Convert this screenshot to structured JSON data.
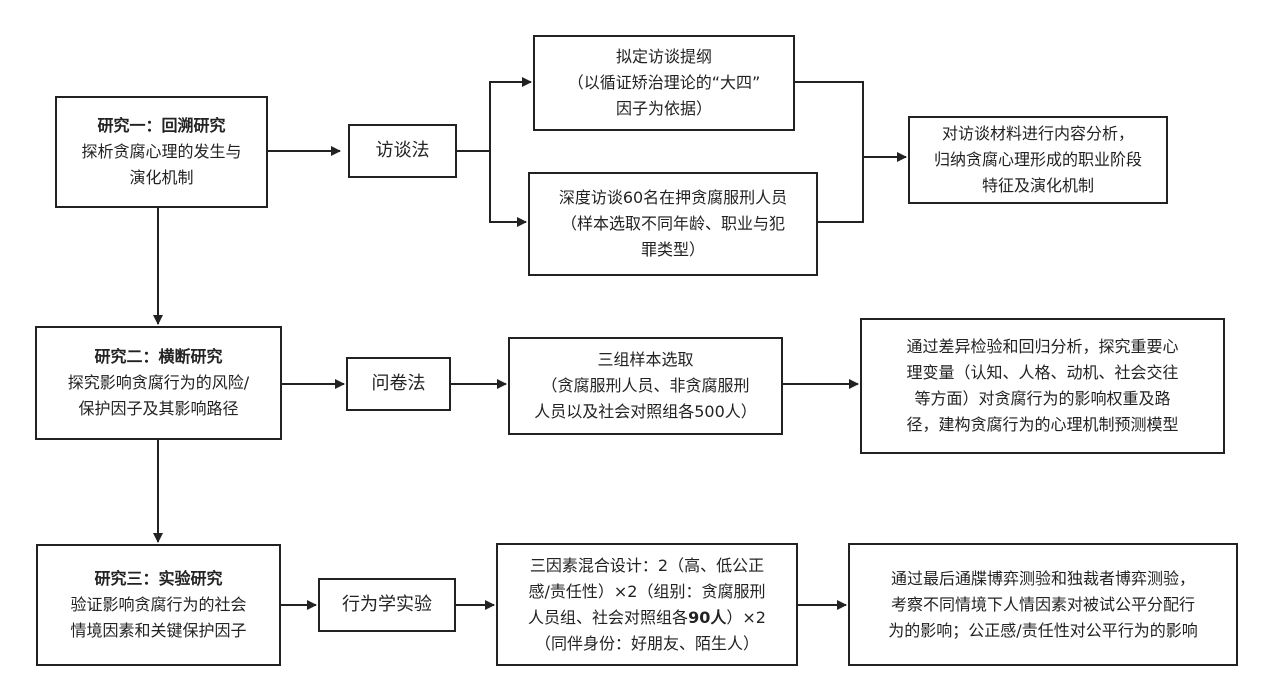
{
  "study1": {
    "title": "研究一：回溯研究",
    "desc_line1": "探析贪腐心理的发生与",
    "desc_line2": "演化机制",
    "method": "访谈法",
    "outline_line1": "拟定访谈提纲",
    "outline_line2": "（以循证矫治理论的“大四”",
    "outline_line3": "因子为依据）",
    "interview_line1": "深度访谈60名在押贪腐服刑人员",
    "interview_line2": "（样本选取不同年龄、职业与犯",
    "interview_line3": "罪类型）",
    "result_line1": "对访谈材料进行内容分析，",
    "result_line2": "归纳贪腐心理形成的职业阶段",
    "result_line3": "特征及演化机制"
  },
  "study2": {
    "title": "研究二：横断研究",
    "desc_line1": "探究影响贪腐行为的风险/",
    "desc_line2": "保护因子及其影响路径",
    "method": "问卷法",
    "sample_line1": "三组样本选取",
    "sample_line2": "（贪腐服刑人员、非贪腐服刑",
    "sample_line3": "人员以及社会对照组各500人）",
    "result_line1": "通过差异检验和回归分析，探究重要心",
    "result_line2": "理变量（认知、人格、动机、社会交往",
    "result_line3": "等方面）对贪腐行为的影响权重及路",
    "result_line4": "径，建构贪腐行为的心理机制预测模型"
  },
  "study3": {
    "title": "研究三：实验研究",
    "desc_line1": "验证影响贪腐行为的社会",
    "desc_line2": "情境因素和关键保护因子",
    "method": "行为学实验",
    "design_line1": "三因素混合设计：2（高、低公正",
    "design_line2": "感/责任性）×2（组别：贪腐服刑",
    "design_line3a": "人员组、社会对照组各",
    "design_line3b": "90人",
    "design_line3c": "）×2",
    "design_line4": "（同伴身份：好朋友、陌生人）",
    "result_line1": "通过最后通牒博弈测验和独裁者博弈测验，",
    "result_line2": "考察不同情境下人情因素对被试公平分配行",
    "result_line3": "为的影响；公正感/责任性对公平行为的影响"
  }
}
